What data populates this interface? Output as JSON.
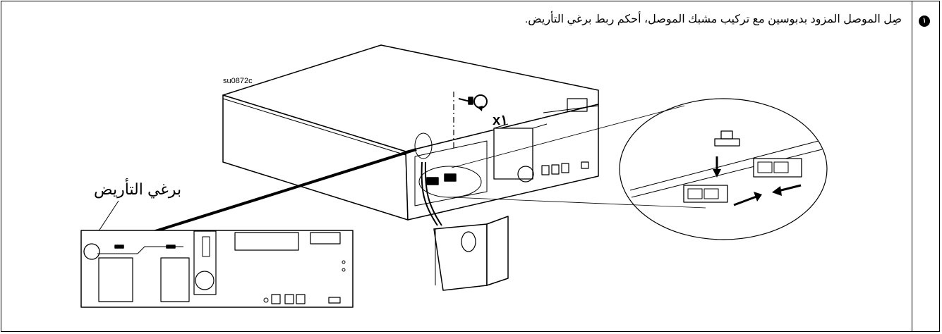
{
  "step": {
    "number": "١",
    "instruction": "صِل الموصل المزود بدبوسين مع تركيب مشبك الموصل، أحكم ربط برغي التأريض."
  },
  "figure": {
    "reference_code": "su0872c",
    "screw_quantity": "x١",
    "callout_label": "برغي التأريض",
    "icons": [
      "ground-screw-icon",
      "rotate-clockwise-icon",
      "connector-clip-icon",
      "direction-arrow-icon"
    ]
  }
}
